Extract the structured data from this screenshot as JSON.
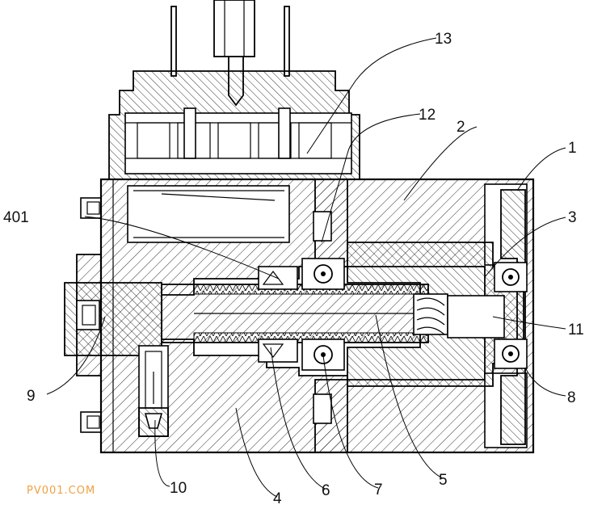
{
  "diagram": {
    "labels": {
      "l1": "1",
      "l2": "2",
      "l3": "3",
      "l4": "4",
      "l5": "5",
      "l6": "6",
      "l7": "7",
      "l8": "8",
      "l9": "9",
      "l10": "10",
      "l11": "11",
      "l12": "12",
      "l13": "13",
      "l401": "401"
    },
    "watermark": "PV001.COM"
  }
}
